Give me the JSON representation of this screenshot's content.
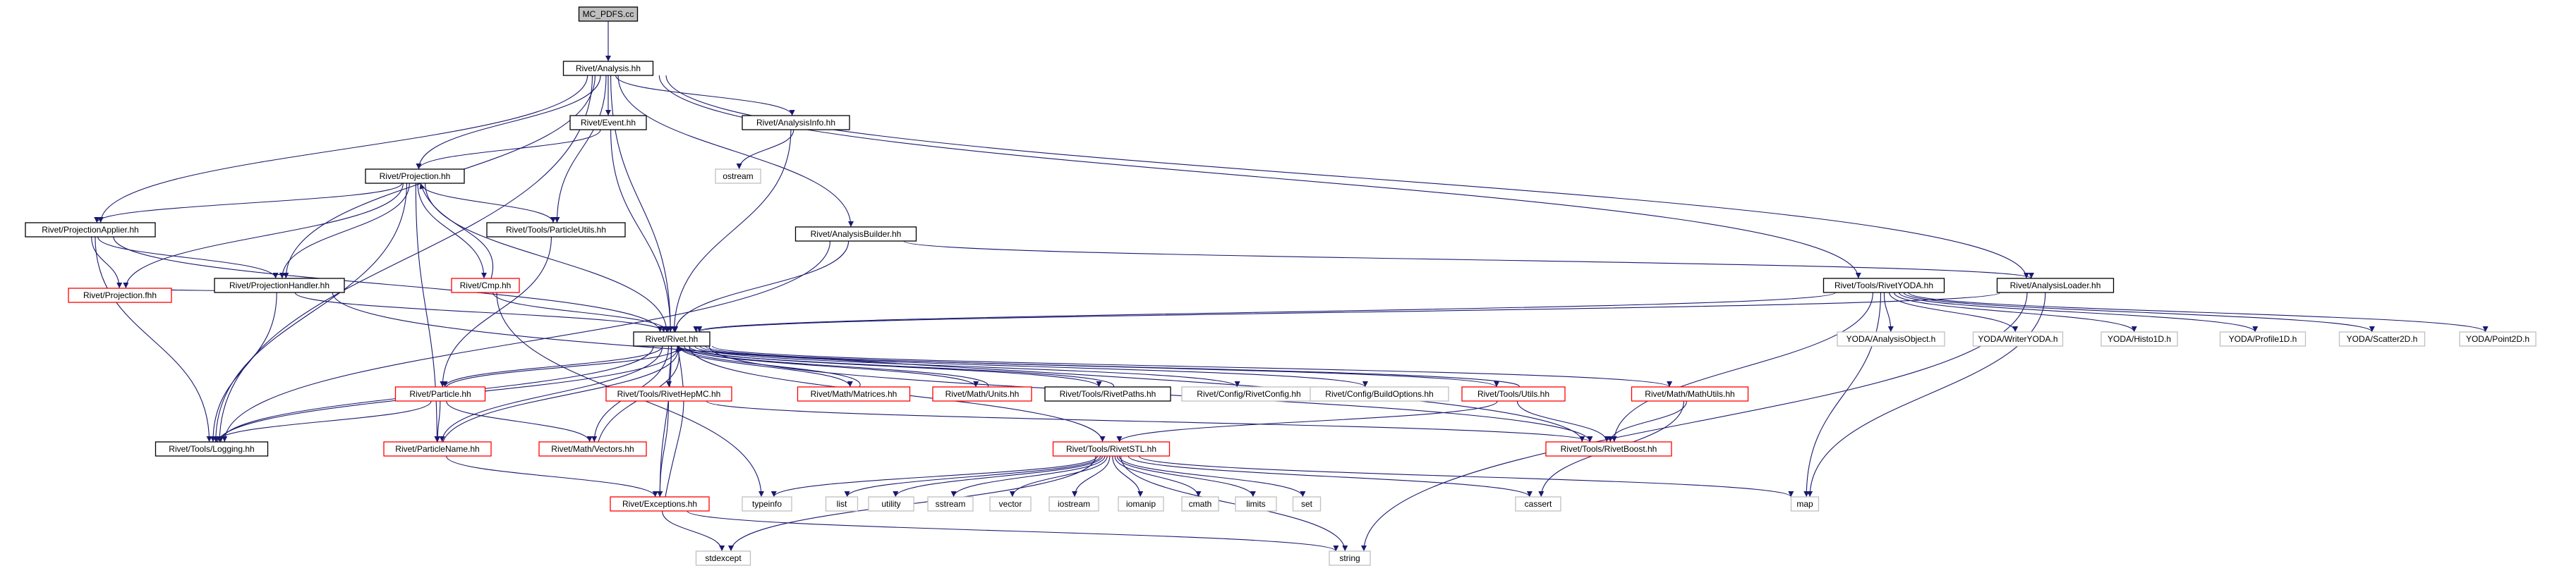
{
  "colors": {
    "edge": "#191970",
    "border_normal": "#000000",
    "border_truncated": "#ff0000",
    "border_external": "#bfbfbf",
    "root_fill": "#bfbfbf",
    "text": "#000000"
  },
  "nodes": {
    "mc_pdfs": {
      "label": "MC_PDFS.cc",
      "kind": "root"
    },
    "analysis": {
      "label": "Rivet/Analysis.hh",
      "kind": "normal"
    },
    "event": {
      "label": "Rivet/Event.hh",
      "kind": "normal"
    },
    "analysisinfo": {
      "label": "Rivet/AnalysisInfo.hh",
      "kind": "normal"
    },
    "ostream": {
      "label": "ostream",
      "kind": "external"
    },
    "projection": {
      "label": "Rivet/Projection.hh",
      "kind": "normal"
    },
    "particleutils": {
      "label": "Rivet/Tools/ParticleUtils.hh",
      "kind": "normal"
    },
    "projapplier": {
      "label": "Rivet/ProjectionApplier.hh",
      "kind": "normal"
    },
    "analysisbuilder": {
      "label": "Rivet/AnalysisBuilder.hh",
      "kind": "normal"
    },
    "projhandler": {
      "label": "Rivet/ProjectionHandler.hh",
      "kind": "normal"
    },
    "cmp": {
      "label": "Rivet/Cmp.hh",
      "kind": "truncated"
    },
    "projfhh": {
      "label": "Rivet/Projection.fhh",
      "kind": "truncated"
    },
    "rivetyoda": {
      "label": "Rivet/Tools/RivetYODA.hh",
      "kind": "normal"
    },
    "analysisloader": {
      "label": "Rivet/AnalysisLoader.hh",
      "kind": "normal"
    },
    "rivet": {
      "label": "Rivet/Rivet.hh",
      "kind": "normal"
    },
    "aobj": {
      "label": "YODA/AnalysisObject.h",
      "kind": "external"
    },
    "wyoda": {
      "label": "YODA/WriterYODA.h",
      "kind": "external"
    },
    "h1d": {
      "label": "YODA/Histo1D.h",
      "kind": "external"
    },
    "p1d": {
      "label": "YODA/Profile1D.h",
      "kind": "external"
    },
    "s2d": {
      "label": "YODA/Scatter2D.h",
      "kind": "external"
    },
    "pt2d": {
      "label": "YODA/Point2D.h",
      "kind": "external"
    },
    "particle": {
      "label": "Rivet/Particle.hh",
      "kind": "truncated"
    },
    "hepmc": {
      "label": "Rivet/Tools/RivetHepMC.hh",
      "kind": "truncated"
    },
    "matrices": {
      "label": "Rivet/Math/Matrices.hh",
      "kind": "truncated"
    },
    "units": {
      "label": "Rivet/Math/Units.hh",
      "kind": "truncated"
    },
    "paths": {
      "label": "Rivet/Tools/RivetPaths.hh",
      "kind": "normal"
    },
    "config": {
      "label": "Rivet/Config/RivetConfig.hh",
      "kind": "external"
    },
    "buildopts": {
      "label": "Rivet/Config/BuildOptions.hh",
      "kind": "external"
    },
    "utils": {
      "label": "Rivet/Tools/Utils.hh",
      "kind": "truncated"
    },
    "mathutils": {
      "label": "Rivet/Math/MathUtils.hh",
      "kind": "truncated"
    },
    "logging": {
      "label": "Rivet/Tools/Logging.hh",
      "kind": "normal"
    },
    "pname": {
      "label": "Rivet/ParticleName.hh",
      "kind": "truncated"
    },
    "vectors": {
      "label": "Rivet/Math/Vectors.hh",
      "kind": "truncated"
    },
    "stl": {
      "label": "Rivet/Tools/RivetSTL.hh",
      "kind": "truncated"
    },
    "boost": {
      "label": "Rivet/Tools/RivetBoost.hh",
      "kind": "truncated"
    },
    "exceptions": {
      "label": "Rivet/Exceptions.hh",
      "kind": "truncated"
    },
    "typeinfo": {
      "label": "typeinfo",
      "kind": "external"
    },
    "list": {
      "label": "list",
      "kind": "external"
    },
    "utility": {
      "label": "utility",
      "kind": "external"
    },
    "sstream": {
      "label": "sstream",
      "kind": "external"
    },
    "vector": {
      "label": "vector",
      "kind": "external"
    },
    "iostream": {
      "label": "iostream",
      "kind": "external"
    },
    "iomanip": {
      "label": "iomanip",
      "kind": "external"
    },
    "cmath": {
      "label": "cmath",
      "kind": "external"
    },
    "limits": {
      "label": "limits",
      "kind": "external"
    },
    "set": {
      "label": "set",
      "kind": "external"
    },
    "cassert": {
      "label": "cassert",
      "kind": "external"
    },
    "map": {
      "label": "map",
      "kind": "external"
    },
    "stdexcept": {
      "label": "stdexcept",
      "kind": "external"
    },
    "string": {
      "label": "string",
      "kind": "external"
    }
  },
  "edges": [
    [
      "mc_pdfs",
      "analysis"
    ],
    [
      "analysis",
      "event"
    ],
    [
      "analysis",
      "analysisinfo"
    ],
    [
      "analysis",
      "projection"
    ],
    [
      "analysis",
      "particleutils"
    ],
    [
      "analysis",
      "projapplier"
    ],
    [
      "analysis",
      "analysisbuilder"
    ],
    [
      "analysis",
      "projhandler"
    ],
    [
      "analysis",
      "rivet"
    ],
    [
      "analysis",
      "rivetyoda"
    ],
    [
      "analysis",
      "analysisloader"
    ],
    [
      "analysis",
      "logging"
    ],
    [
      "event",
      "projection"
    ],
    [
      "event",
      "rivet"
    ],
    [
      "analysisinfo",
      "ostream"
    ],
    [
      "analysisinfo",
      "rivet"
    ],
    [
      "projection",
      "projapplier"
    ],
    [
      "projection",
      "projhandler"
    ],
    [
      "projection",
      "particleutils"
    ],
    [
      "projection",
      "cmp"
    ],
    [
      "projection",
      "projfhh"
    ],
    [
      "projection",
      "rivet"
    ],
    [
      "projection",
      "logging"
    ],
    [
      "projection",
      "pname"
    ],
    [
      "cmp",
      "projection"
    ],
    [
      "cmp",
      "rivet"
    ],
    [
      "cmp",
      "typeinfo"
    ],
    [
      "particleutils",
      "particle"
    ],
    [
      "projapplier",
      "projhandler"
    ],
    [
      "projapplier",
      "projfhh"
    ],
    [
      "projapplier",
      "rivet"
    ],
    [
      "projapplier",
      "logging"
    ],
    [
      "projhandler",
      "projfhh"
    ],
    [
      "projhandler",
      "rivet"
    ],
    [
      "projhandler",
      "logging"
    ],
    [
      "projhandler",
      "boost"
    ],
    [
      "analysisbuilder",
      "analysisloader"
    ],
    [
      "analysisbuilder",
      "rivet"
    ],
    [
      "analysisbuilder",
      "logging"
    ],
    [
      "rivetyoda",
      "rivet"
    ],
    [
      "rivetyoda",
      "aobj"
    ],
    [
      "rivetyoda",
      "wyoda"
    ],
    [
      "rivetyoda",
      "h1d"
    ],
    [
      "rivetyoda",
      "p1d"
    ],
    [
      "rivetyoda",
      "s2d"
    ],
    [
      "rivetyoda",
      "pt2d"
    ],
    [
      "rivetyoda",
      "boost"
    ],
    [
      "rivetyoda",
      "map"
    ],
    [
      "analysisloader",
      "rivet"
    ],
    [
      "analysisloader",
      "map"
    ],
    [
      "analysisloader",
      "string"
    ],
    [
      "rivet",
      "particle"
    ],
    [
      "rivet",
      "hepmc"
    ],
    [
      "rivet",
      "matrices"
    ],
    [
      "rivet",
      "units"
    ],
    [
      "rivet",
      "paths"
    ],
    [
      "rivet",
      "config"
    ],
    [
      "rivet",
      "buildopts"
    ],
    [
      "rivet",
      "utils"
    ],
    [
      "rivet",
      "mathutils"
    ],
    [
      "rivet",
      "logging"
    ],
    [
      "rivet",
      "pname"
    ],
    [
      "rivet",
      "vectors"
    ],
    [
      "rivet",
      "stl"
    ],
    [
      "rivet",
      "exceptions"
    ],
    [
      "rivet",
      "boost"
    ],
    [
      "particle",
      "rivet"
    ],
    [
      "particle",
      "pname"
    ],
    [
      "particle",
      "vectors"
    ],
    [
      "particle",
      "logging"
    ],
    [
      "pname",
      "rivet"
    ],
    [
      "pname",
      "exceptions"
    ],
    [
      "vectors",
      "rivet"
    ],
    [
      "matrices",
      "rivet"
    ],
    [
      "units",
      "rivet"
    ],
    [
      "exceptions",
      "rivet"
    ],
    [
      "paths",
      "rivet"
    ],
    [
      "utils",
      "rivet"
    ],
    [
      "hepmc",
      "exceptions"
    ],
    [
      "hepmc",
      "boost"
    ],
    [
      "utils",
      "stl"
    ],
    [
      "utils",
      "boost"
    ],
    [
      "mathutils",
      "boost"
    ],
    [
      "mathutils",
      "cassert"
    ],
    [
      "stl",
      "typeinfo"
    ],
    [
      "stl",
      "list"
    ],
    [
      "stl",
      "utility"
    ],
    [
      "stl",
      "sstream"
    ],
    [
      "stl",
      "vector"
    ],
    [
      "stl",
      "iostream"
    ],
    [
      "stl",
      "iomanip"
    ],
    [
      "stl",
      "cmath"
    ],
    [
      "stl",
      "limits"
    ],
    [
      "stl",
      "set"
    ],
    [
      "stl",
      "cassert"
    ],
    [
      "stl",
      "map"
    ],
    [
      "stl",
      "string"
    ],
    [
      "stl",
      "stdexcept"
    ],
    [
      "logging",
      "rivet"
    ],
    [
      "exceptions",
      "stdexcept"
    ],
    [
      "exceptions",
      "string"
    ]
  ]
}
